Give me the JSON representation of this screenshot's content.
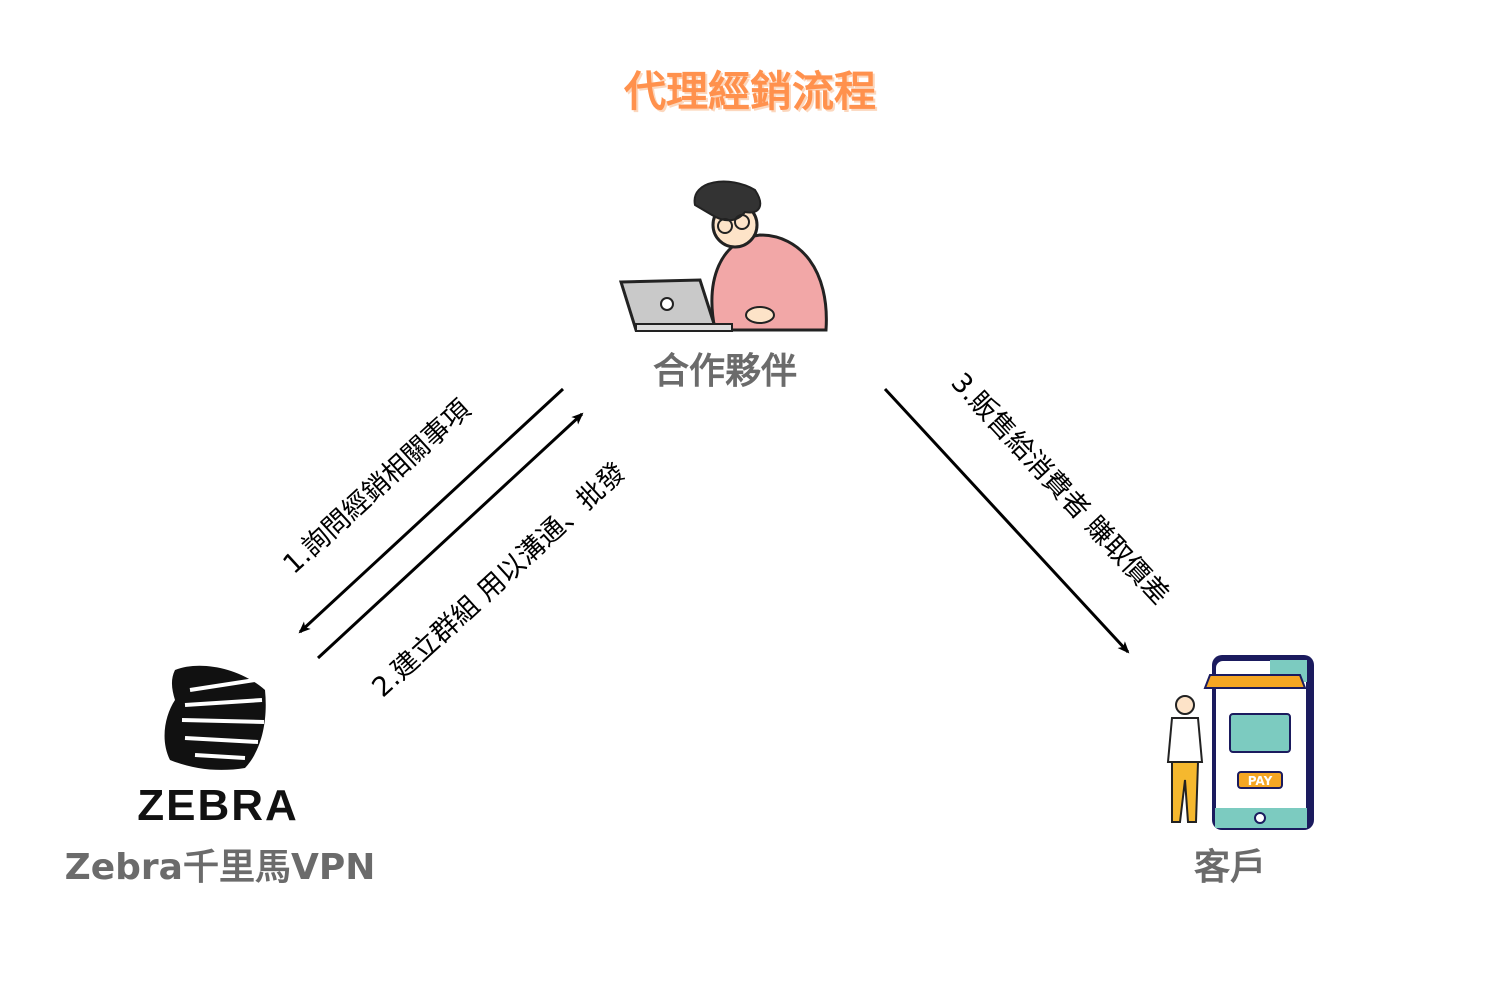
{
  "title": "代理經銷流程",
  "nodes": {
    "partner": {
      "label": "合作夥伴"
    },
    "zebra": {
      "label": "Zebra千里馬VPN",
      "logo_text": "ZEBRA"
    },
    "customer": {
      "label": "客戶",
      "pay_text": "PAY"
    }
  },
  "edges": [
    {
      "label": "1.詢問經銷相關事項"
    },
    {
      "label": "2.建立群組 用以溝通、批發"
    },
    {
      "label": "3.販售給消費者 賺取價差"
    }
  ],
  "colors": {
    "title": "#ff914d",
    "label": "#6b6b6b",
    "arrow": "#000000"
  }
}
